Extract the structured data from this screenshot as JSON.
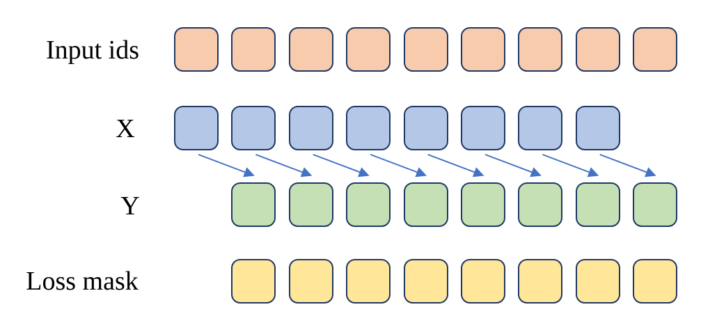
{
  "diagram": {
    "background": "#FFFFFF",
    "label_color": "#000000",
    "square_border_color": "#1F3864",
    "rows": [
      {
        "id": "input-ids",
        "label": "Input ids",
        "count": 9,
        "fill": "#F8CBAD",
        "shift": 0
      },
      {
        "id": "x",
        "label": "X",
        "count": 8,
        "fill": "#B4C7E7",
        "shift": 0
      },
      {
        "id": "y",
        "label": "Y",
        "count": 8,
        "fill": "#C5E0B4",
        "shift": 1
      },
      {
        "id": "loss-mask",
        "label": "Loss mask",
        "count": 8,
        "fill": "#FFE699",
        "shift": 1
      }
    ],
    "arrows": {
      "count": 8,
      "from_row": "x",
      "to_row": "y",
      "color": "#4472C4"
    }
  }
}
